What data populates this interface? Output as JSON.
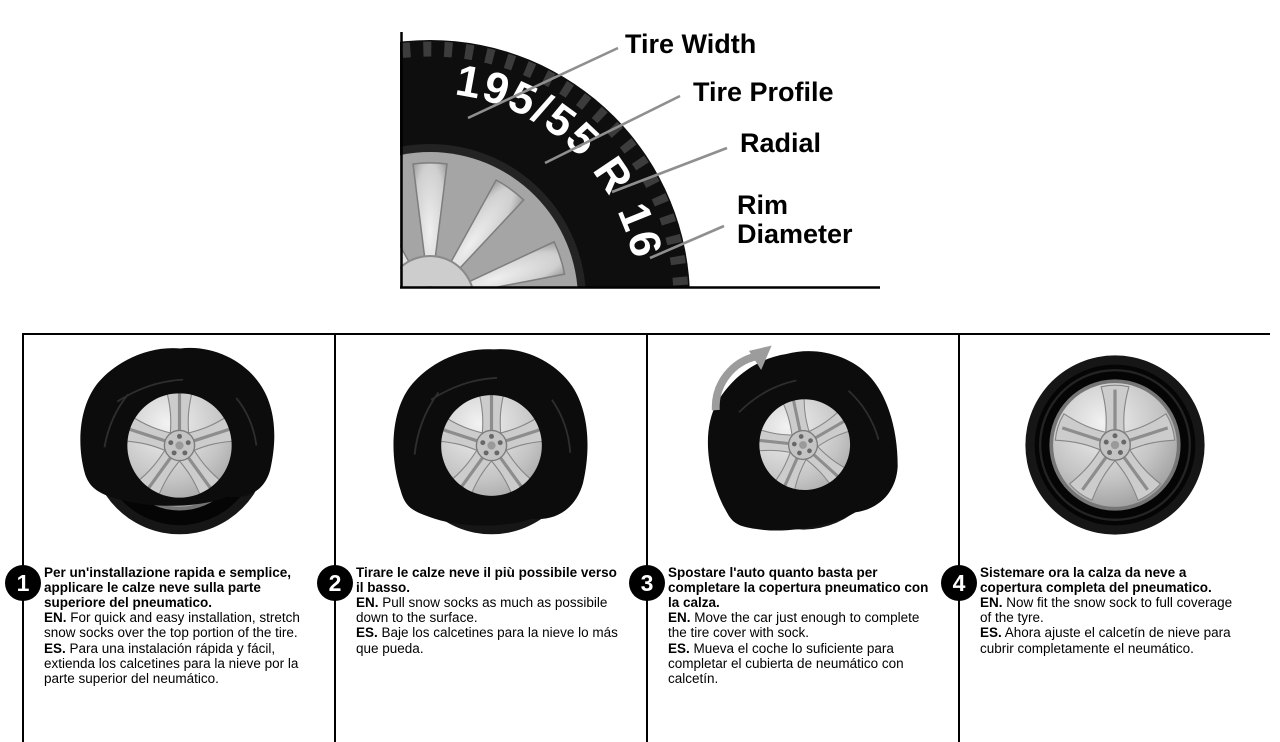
{
  "diagram": {
    "tire_marking": "195/55 R 16",
    "labels": {
      "width": "Tire Width",
      "profile": "Tire Profile",
      "radial": "Radial",
      "rim": "Rim Diameter"
    }
  },
  "steps": [
    {
      "number": "1",
      "title": "Per un'installazione rapida e semplice, applicare le calze neve sulla parte superiore del pneumatico.",
      "en_label": "EN.",
      "en_text": "For quick and easy installation, stretch snow socks over the top portion of the tire.",
      "es_label": "ES.",
      "es_text": "Para una instalación rápida y fácil, extienda los calcetines para la nieve por la parte superior del neumático."
    },
    {
      "number": "2",
      "title": "Tirare le calze neve il più possibile verso il basso.",
      "en_label": "EN.",
      "en_text": "Pull snow socks as much as possibile down to the surface.",
      "es_label": "ES.",
      "es_text": "Baje los calcetines para la nieve lo más que pueda."
    },
    {
      "number": "3",
      "title": "Spostare l'auto quanto basta per completare la copertura pneumatico con la calza.",
      "en_label": "EN.",
      "en_text": "Move the car just enough to complete the tire cover with sock.",
      "es_label": "ES.",
      "es_text": "Mueva el coche lo suficiente para completar el cubierta de neumático con calcetín."
    },
    {
      "number": "4",
      "title": "Sistemare ora la calza da neve a copertura completa del pneumatico.",
      "en_label": "EN.",
      "en_text": "Now fit the snow sock to full coverage of the tyre.",
      "es_label": "ES.",
      "es_text": "Ahora ajuste el calcetín de nieve para cubrir completamente el neumático."
    }
  ]
}
